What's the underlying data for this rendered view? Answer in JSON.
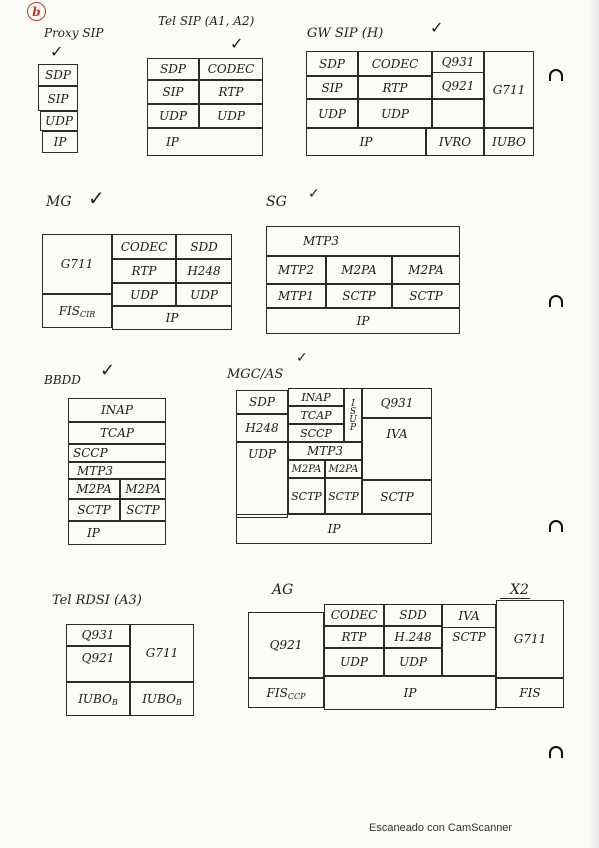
{
  "marker": "b",
  "footer": "Escaneado con CamScanner",
  "proxy": {
    "title": "Proxy SIP",
    "cells": [
      "SDP",
      "SIP",
      "UDP",
      "IP"
    ]
  },
  "telsip": {
    "title": "Tel SIP (A1, A2)",
    "cells": [
      "SDP",
      "CODEC",
      "SIP",
      "RTP",
      "UDP",
      "UDP",
      "IP"
    ]
  },
  "gw": {
    "title": "GW SIP (H)",
    "cells": [
      "SDP",
      "CODEC",
      "Q931",
      "SIP",
      "RTP",
      "Q921",
      "G711",
      "UDP",
      "UDP",
      "IP",
      "IVRO",
      "IUBO"
    ]
  },
  "mg": {
    "title": "MG",
    "cells": [
      "G711",
      "CODEC",
      "SDD",
      "RTP",
      "H248",
      "UDP",
      "UDP",
      "FIS",
      "CIR",
      "IP"
    ]
  },
  "sg": {
    "title": "SG",
    "cells": [
      "MTP3",
      "MTP2",
      "M2PA",
      "M2PA",
      "MTP1",
      "SCTP",
      "SCTP",
      "IP"
    ]
  },
  "bbdd": {
    "title": "BBDD",
    "cells": [
      "INAP",
      "TCAP",
      "SCCP",
      "MTP3",
      "M2PA",
      "M2PA",
      "SCTP",
      "SCTP",
      "IP"
    ]
  },
  "mgc": {
    "title": "MGC/AS",
    "cells": [
      "SDP",
      "INAP",
      "TCAP",
      "ISUP",
      "Q931",
      "H248",
      "SCCP",
      "IVA",
      "UDP",
      "MTP3",
      "M2PA",
      "M2PA",
      "SCTP",
      "SCTP",
      "SCTP",
      "IP"
    ]
  },
  "telrdsi": {
    "title": "Tel RDSI (A3)",
    "cells": [
      "Q931",
      "Q921",
      "G711",
      "IUBO",
      "B",
      "IUBO",
      "B"
    ]
  },
  "ag": {
    "title": "AG",
    "cells": [
      "Q921",
      "CODEC",
      "SDD",
      "IVA",
      "G711",
      "RTP",
      "H.248",
      "SCTP",
      "UDP",
      "UDP",
      "FIS",
      "CCP",
      "IP",
      "FIS"
    ]
  },
  "x2": {
    "title": "X2"
  }
}
